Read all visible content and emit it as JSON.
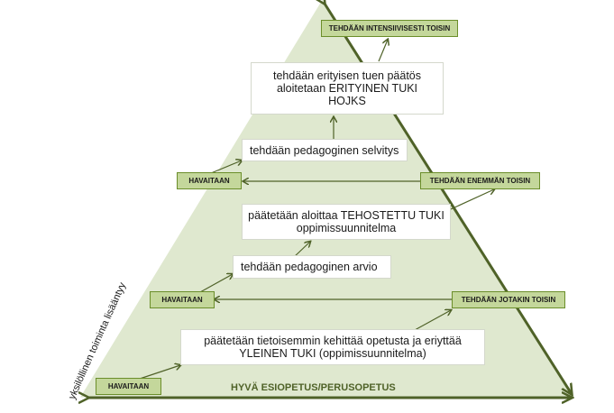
{
  "colors": {
    "triangle_fill": "#dfe8cf",
    "arrow": "#4f6228",
    "tag_fill": "#c4d79b",
    "tag_border": "#6b8e2a"
  },
  "boxes": {
    "erityinen": [
      "tehdään erityisen tuen päätös",
      "aloitetaan ERITYINEN TUKI",
      "HOJKS"
    ],
    "selvitys": "tehdään pedagoginen selvitys",
    "tehostettu": [
      "päätetään aloittaa TEHOSTETTU TUKI",
      "oppimissuunnitelma"
    ],
    "arvio": "tehdään pedagoginen arvio",
    "yleinen": [
      "päätetään tietoisemmin kehittää opetusta ja eriyttää",
      "YLEINEN TUKI (oppimissuunnitelma)"
    ]
  },
  "tags": {
    "intensiivisesti": "TEHDÄÄN INTENSIIVISESTI TOISIN",
    "havaitaan_top": "HAVAITAAN",
    "enemman": "TEHDÄÄN ENEMMÄN TOISIN",
    "havaitaan_mid": "HAVAITAAN",
    "jotakin": "TEHDÄÄN JOTAKIN TOISIN",
    "havaitaan_bottom": "HAVAITAAN"
  },
  "base_label": "HYVÄ ESIOPETUS/PERUSOPETUS",
  "side_label": "yksilöllinen toiminta lisääntyy"
}
